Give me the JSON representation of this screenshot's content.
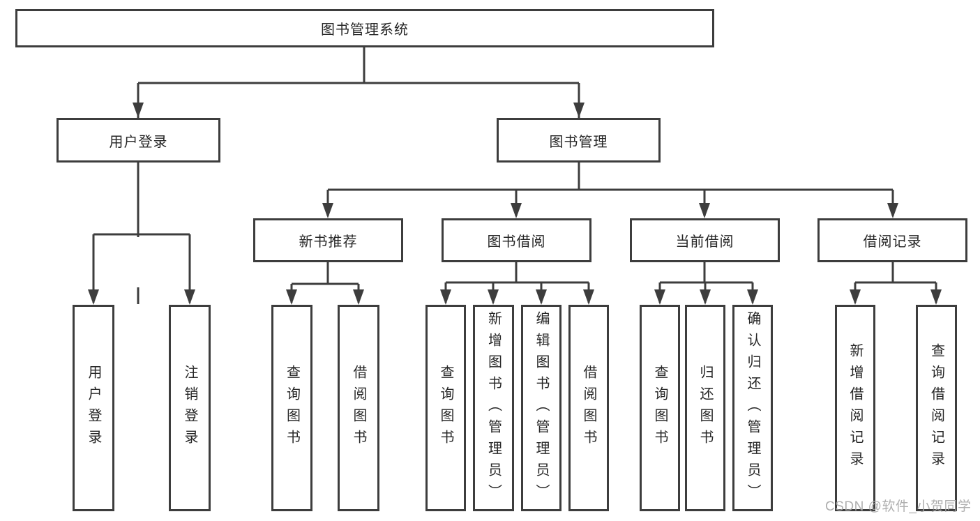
{
  "tree": {
    "label": "图书管理系统",
    "children": [
      {
        "label": "用户登录",
        "children": [
          {
            "label": "用户登录"
          },
          {
            "label": "注销登录"
          }
        ]
      },
      {
        "label": "图书管理",
        "children": [
          {
            "label": "新书推荐",
            "children": [
              {
                "label": "查询图书"
              },
              {
                "label": "借阅图书"
              }
            ]
          },
          {
            "label": "图书借阅",
            "children": [
              {
                "label": "查询图书"
              },
              {
                "label": "新增图书（管理员）"
              },
              {
                "label": "编辑图书（管理员）"
              },
              {
                "label": "借阅图书"
              }
            ]
          },
          {
            "label": "当前借阅",
            "children": [
              {
                "label": "查询图书"
              },
              {
                "label": "归还图书"
              },
              {
                "label": "确认归还（管理员）"
              }
            ]
          },
          {
            "label": "借阅记录",
            "children": [
              {
                "label": "新增借阅记录"
              },
              {
                "label": "查询借阅记录"
              }
            ]
          }
        ]
      }
    ]
  },
  "watermark": {
    "text": "CSDN @软件_小贺同学"
  },
  "colors": {
    "line": "#3d3d3d",
    "text": "#262626",
    "background": "#ffffff",
    "watermark": "#a8a8a8"
  }
}
